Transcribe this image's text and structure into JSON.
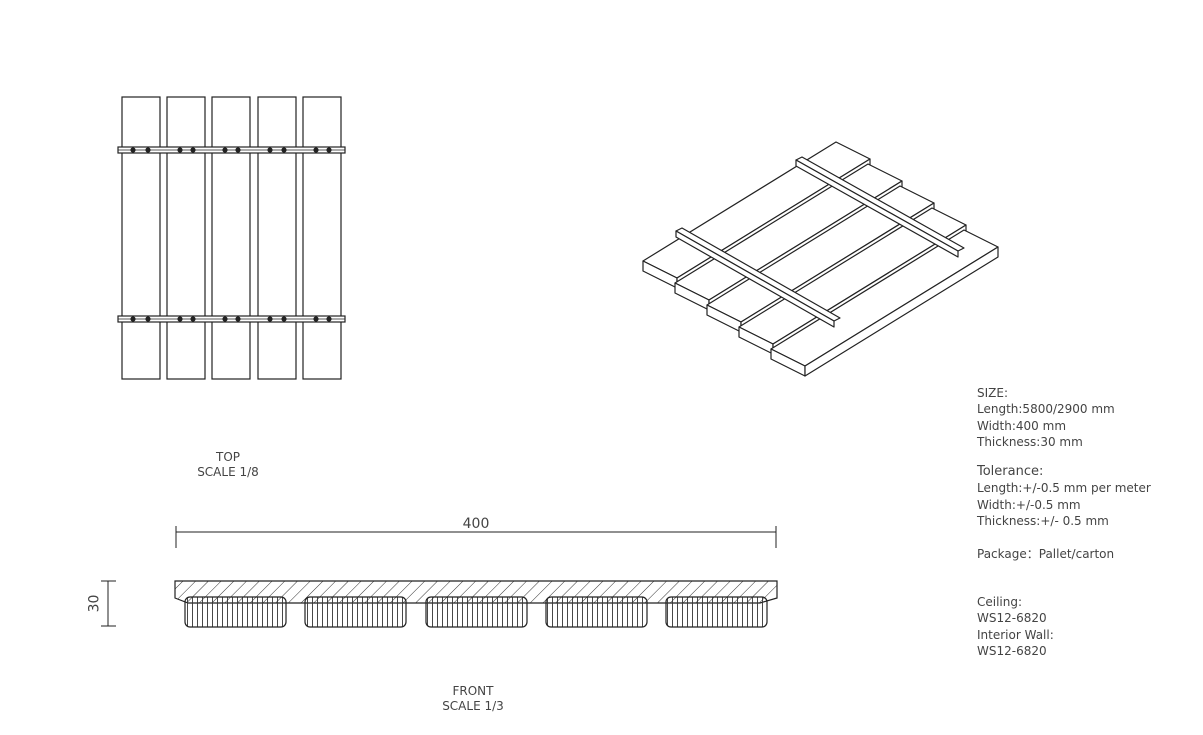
{
  "views": {
    "top_label": "TOP",
    "top_scale": "SCALE 1/8",
    "front_label": "FRONT",
    "front_scale": "SCALE 1/3"
  },
  "dimensions": {
    "width": "400",
    "thickness": "30"
  },
  "specs": {
    "size": {
      "heading": "SIZE:",
      "length": "Length:5800/2900 mm",
      "width": "Width:400 mm",
      "thickness": "Thickness:30 mm"
    },
    "tolerance": {
      "heading": "Tolerance:",
      "length": "Length:+/-0.5 mm per meter",
      "width": "Width:+/-0.5 mm",
      "thickness": "Thickness:+/- 0.5 mm"
    },
    "package": "Package：Pallet/carton",
    "models": {
      "ceiling_label": "Ceiling:",
      "ceiling_code": "WS12-6820",
      "wall_label": "Interior Wall:",
      "wall_code": "WS12-6820"
    }
  }
}
